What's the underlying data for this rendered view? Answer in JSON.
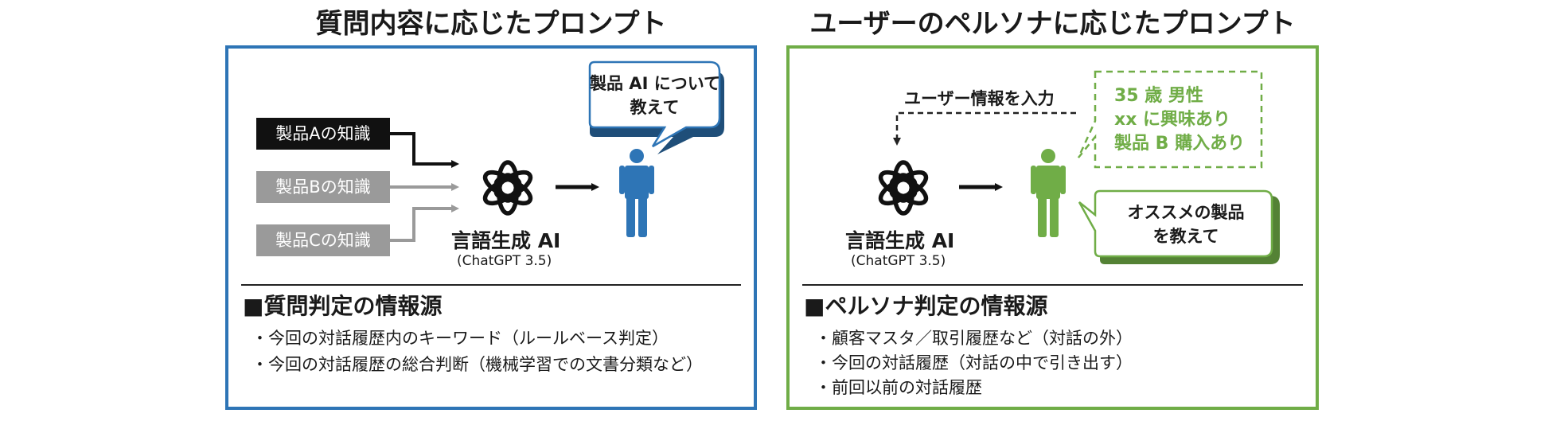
{
  "left": {
    "title": "質問内容に応じたプロンプト",
    "knowledge": [
      "製品Aの知識",
      "製品Bの知識",
      "製品Cの知識"
    ],
    "ai_name": "言語生成 AI",
    "ai_sub": "(ChatGPT 3.5)",
    "bubble_line1": "製品 AI について",
    "bubble_line2": "教えて",
    "section_heading": "■質問判定の情報源",
    "bullets": [
      "・今回の対話履歴内のキーワード（ルールベース判定）",
      "・今回の対話履歴の総合判断（機械学習での文書分類など）"
    ]
  },
  "right": {
    "title": "ユーザーのペルソナに応じたプロンプト",
    "input_label": "ユーザー情報を入力",
    "persona": [
      "35 歳 男性",
      "xx に興味あり",
      "製品 B 購入あり"
    ],
    "ai_name": "言語生成 AI",
    "ai_sub": "(ChatGPT 3.5)",
    "bubble_line1": "オススメの製品",
    "bubble_line2": "を教えて",
    "section_heading": "■ペルソナ判定の情報源",
    "bullets": [
      "・顧客マスタ／取引履歴など（対話の外）",
      "・今回の対話履歴（対話の中で引き出す）",
      "・前回以前の対話履歴"
    ]
  },
  "colors": {
    "left_border": "#2E75B6",
    "right_border": "#70AD47",
    "person_left": "#2E75B6",
    "person_right": "#70AD47",
    "knowledge_active": "#111111",
    "knowledge_inactive": "#9a9a9a"
  },
  "icons": {
    "ai_logo": "openai-logo-icon",
    "person": "person-icon"
  }
}
